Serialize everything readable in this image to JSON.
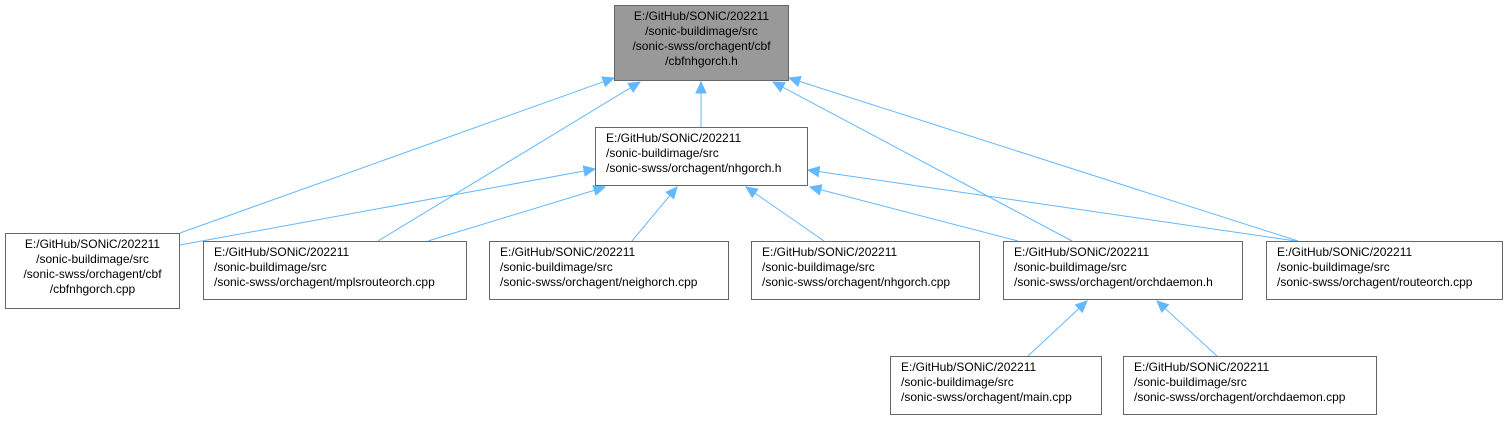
{
  "colors": {
    "edge": "#63b8ff",
    "root_fill": "#999999",
    "node_border": "#666666"
  },
  "nodes": [
    {
      "id": "cbfnhgorch_h",
      "lines": [
        "E:/GitHub/SONiC/202211",
        "/sonic-buildimage/src",
        "/sonic-swss/orchagent/cbf",
        "/cbfnhgorch.h"
      ]
    },
    {
      "id": "nhgorch_h",
      "lines": [
        "E:/GitHub/SONiC/202211",
        "/sonic-buildimage/src",
        "/sonic-swss/orchagent/nhgorch.h"
      ]
    },
    {
      "id": "cbfnhgorch_cpp",
      "lines": [
        "E:/GitHub/SONiC/202211",
        "/sonic-buildimage/src",
        "/sonic-swss/orchagent/cbf",
        "/cbfnhgorch.cpp"
      ]
    },
    {
      "id": "mplsrouteorch_cpp",
      "lines": [
        "E:/GitHub/SONiC/202211",
        "/sonic-buildimage/src",
        "/sonic-swss/orchagent/mplsrouteorch.cpp"
      ]
    },
    {
      "id": "neighorch_cpp",
      "lines": [
        "E:/GitHub/SONiC/202211",
        "/sonic-buildimage/src",
        "/sonic-swss/orchagent/neighorch.cpp"
      ]
    },
    {
      "id": "nhgorch_cpp",
      "lines": [
        "E:/GitHub/SONiC/202211",
        "/sonic-buildimage/src",
        "/sonic-swss/orchagent/nhgorch.cpp"
      ]
    },
    {
      "id": "orchdaemon_h",
      "lines": [
        "E:/GitHub/SONiC/202211",
        "/sonic-buildimage/src",
        "/sonic-swss/orchagent/orchdaemon.h"
      ]
    },
    {
      "id": "routeorch_cpp",
      "lines": [
        "E:/GitHub/SONiC/202211",
        "/sonic-buildimage/src",
        "/sonic-swss/orchagent/routeorch.cpp"
      ]
    },
    {
      "id": "main_cpp",
      "lines": [
        "E:/GitHub/SONiC/202211",
        "/sonic-buildimage/src",
        "/sonic-swss/orchagent/main.cpp"
      ]
    },
    {
      "id": "orchdaemon_cpp",
      "lines": [
        "E:/GitHub/SONiC/202211",
        "/sonic-buildimage/src",
        "/sonic-swss/orchagent/orchdaemon.cpp"
      ]
    }
  ],
  "edges": [
    {
      "from": "nhgorch_h",
      "to": "cbfnhgorch_h"
    },
    {
      "from": "cbfnhgorch_cpp",
      "to": "cbfnhgorch_h"
    },
    {
      "from": "mplsrouteorch_cpp",
      "to": "cbfnhgorch_h"
    },
    {
      "from": "orchdaemon_h",
      "to": "cbfnhgorch_h"
    },
    {
      "from": "routeorch_cpp",
      "to": "cbfnhgorch_h"
    },
    {
      "from": "cbfnhgorch_cpp",
      "to": "nhgorch_h"
    },
    {
      "from": "mplsrouteorch_cpp",
      "to": "nhgorch_h"
    },
    {
      "from": "neighorch_cpp",
      "to": "nhgorch_h"
    },
    {
      "from": "nhgorch_cpp",
      "to": "nhgorch_h"
    },
    {
      "from": "orchdaemon_h",
      "to": "nhgorch_h"
    },
    {
      "from": "routeorch_cpp",
      "to": "nhgorch_h"
    },
    {
      "from": "main_cpp",
      "to": "orchdaemon_h"
    },
    {
      "from": "orchdaemon_cpp",
      "to": "orchdaemon_h"
    }
  ]
}
